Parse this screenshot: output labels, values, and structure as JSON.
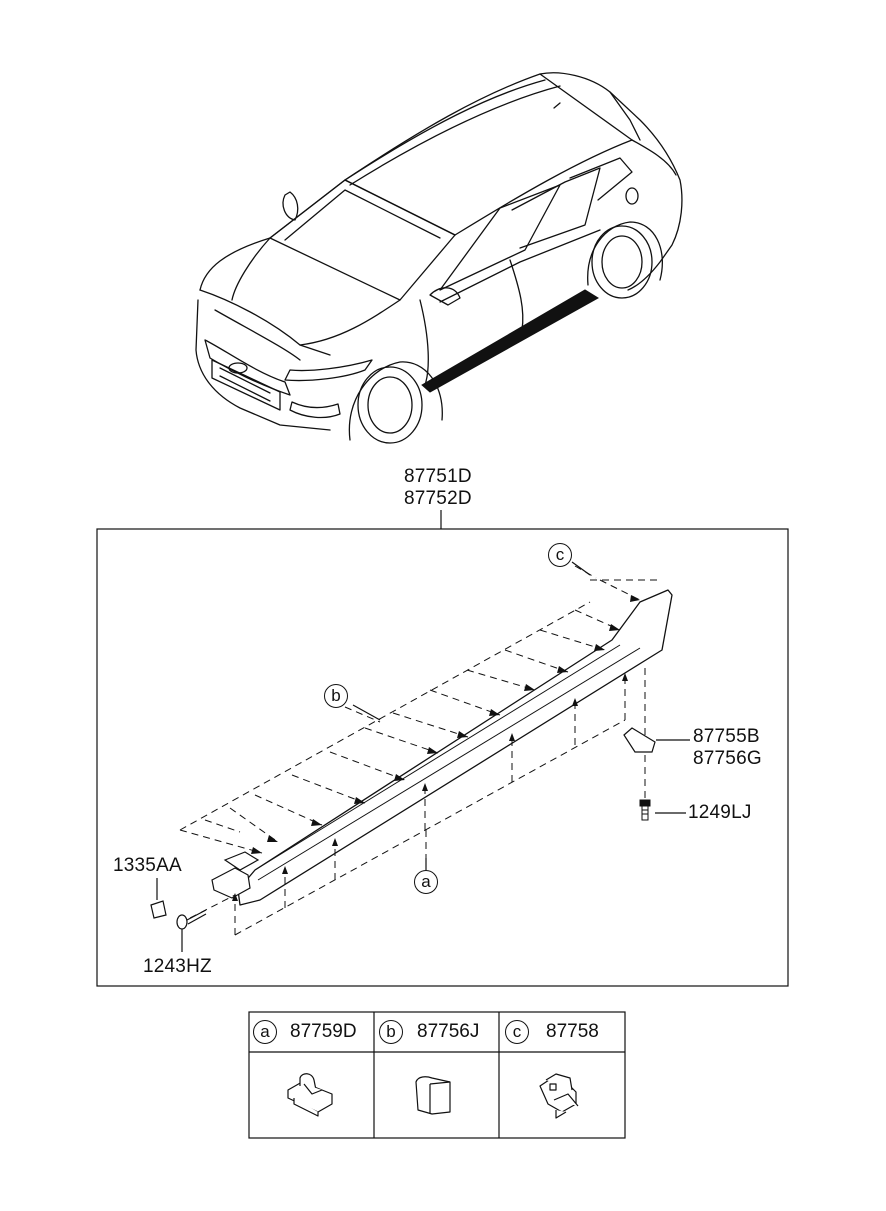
{
  "assembly": {
    "part_lh": "87751D",
    "part_rh": "87752D"
  },
  "callouts": {
    "a": "a",
    "b": "b",
    "c": "c"
  },
  "parts": {
    "bracket_1": "87755B",
    "bracket_2": "87756G",
    "screw_rear": "1249LJ",
    "nut": "1335AA",
    "screw_front": "1243HZ"
  },
  "legend": [
    {
      "letter": "a",
      "part": "87759D",
      "icon": "clip-a-icon"
    },
    {
      "letter": "b",
      "part": "87756J",
      "icon": "tape-pad-icon"
    },
    {
      "letter": "c",
      "part": "87758",
      "icon": "clip-c-icon"
    }
  ],
  "colors": {
    "line": "#111111",
    "background": "#ffffff"
  }
}
